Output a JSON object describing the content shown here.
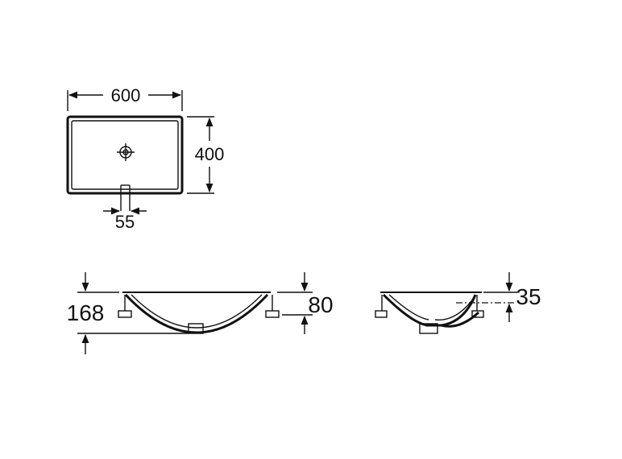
{
  "dimensions": {
    "width": "600",
    "depth": "400",
    "tap_hole": "55",
    "total_height": "168",
    "basin_height": "80",
    "side_height": "35"
  }
}
